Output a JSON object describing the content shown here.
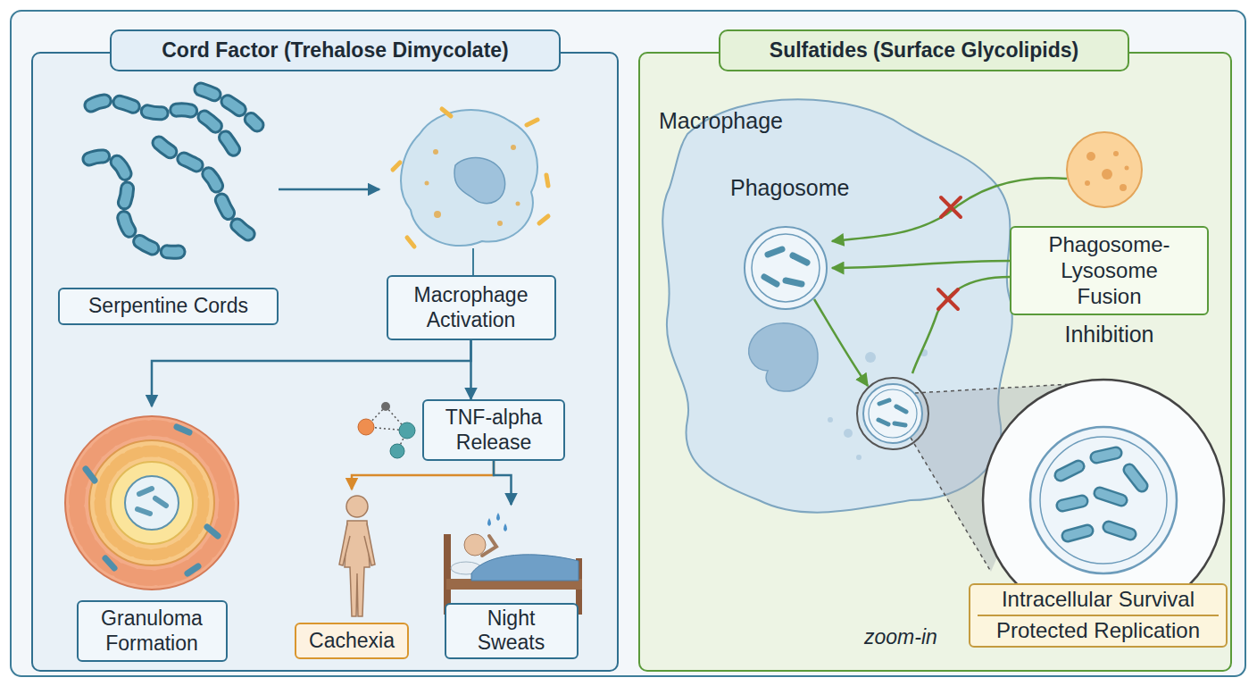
{
  "diagram": {
    "nodes": [
      {
        "text": [
          "Cord Factor (Trehalose Dimycolate)"
        ]
      },
      {
        "text": [
          "Serpentine Cords"
        ],
        "in": 0
      },
      {
        "text": [
          "Macrophage Activation"
        ],
        "in": 0
      },
      {
        "text": [
          "TNF-alpha Release"
        ],
        "in": 0
      },
      {
        "text": [
          "Granuloma Formation"
        ],
        "in": 0
      },
      {
        "text": [
          "Cachexia"
        ],
        "in": 0
      },
      {
        "text": [
          "Night Sweats"
        ],
        "in": 0
      },
      {
        "text": [
          "Sulfatides (Surface Glycolipids)"
        ]
      },
      {
        "text": [
          "Phagosome- Lysosome Fusion",
          "Inhibition"
        ],
        "in": 7
      },
      {
        "text": [
          "Intracellular Survival",
          "Protected Replication"
        ],
        "in": 7
      }
    ],
    "edges": [
      {
        "from": 1,
        "to": 2,
        "arrow": "to"
      },
      {
        "from": 2,
        "to": 4,
        "arrow": "to"
      },
      {
        "from": 2,
        "to": 3,
        "arrow": "to"
      },
      {
        "from": 3,
        "to": 5,
        "arrow": "to"
      },
      {
        "from": 3,
        "to": 6,
        "arrow": "to"
      }
    ],
    "labels": [
      "Macrophage",
      "Phagosome",
      "zoom-in"
    ]
  }
}
